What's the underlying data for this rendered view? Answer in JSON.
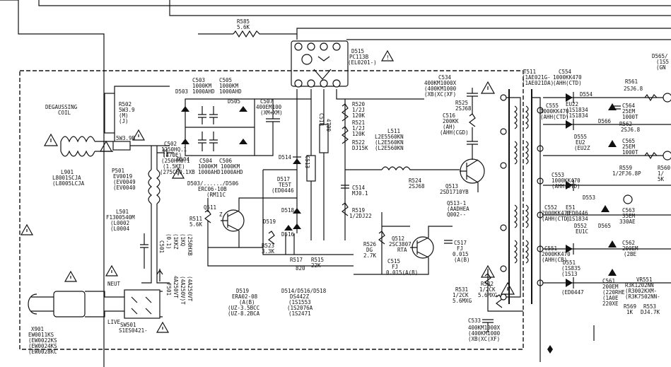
{
  "labels": {
    "r585": "R585",
    "r585_v": "5.6K",
    "d515": "D515",
    "d515_v1": "PC113B",
    "d515_v2": "(EL0201-)",
    "r502": "R502",
    "r502_v1": "5W3.9",
    "r502_v2": "(M)",
    "r502_v3": "(J)",
    "r502_v4": "5W3.9B",
    "degaussing": "DEGAUSSING",
    "coil": "COIL",
    "l901": "L901",
    "l901_v1": "L8001SCJA",
    "l901_v2": "(L8005LCJA",
    "p501": "P501",
    "p501_v1": "EV0019",
    "p501_v2": "(EV0049",
    "p501_v3": "(EV0040",
    "l501": "L501",
    "l501_v1": "F1300540M",
    "l501_v2": "(L0002",
    "l501_v3": "(L0004",
    "c503": "C503",
    "c505": "C505",
    "c503_v": "1000KM",
    "c503_v2": "1000AHD",
    "d503": "D503",
    "d504": "D504",
    "d505": "D505",
    "c504": "C504",
    "c506": "C506",
    "c502": "C502",
    "c502_v1": "1250HQ.1",
    "c502_v2": "(470E)",
    "c502_v3": "(250HM0.1",
    "c502_v4": "(1.5KE)",
    "c502_v5": "(275CHQ.1XB",
    "d503_506": "D503/....../D506",
    "d503_506_v": "ERC06-10B",
    "d503_506_v2": "(RM11C",
    "c507": "C507",
    "c507_v": "400EM100",
    "c507_v2": "(XM+XM)",
    "c518": "C518",
    "c513": "C513",
    "c513_v": "4700",
    "r520": "R520",
    "r520_v": "1/2J",
    "r520_v2": "120K",
    "r521": "R521",
    "r521_v": "1/2J",
    "r521_v2": "120K",
    "r522": "R522",
    "r522_v": "DJ15K",
    "c514": "C514",
    "c514_v": "MJ0.1",
    "r519": "R519",
    "r519_v": "1/2DJ22",
    "d514": "D514",
    "d517": "D517",
    "d517_v": "TE5T",
    "d517_v2": "(ED0446",
    "d518": "D518",
    "d519": "D519",
    "d516": "D516",
    "q511": "Q511",
    "q511_v": "Z",
    "r511": "R511",
    "r511_v": "5.6K",
    "r523": "R523",
    "r523_v": "3.3K",
    "r517": "R517",
    "r517_v": "820",
    "r515": "R515",
    "r515_v": "22K",
    "c534": "C534",
    "c534_v1": "400KM1000X",
    "c534_v2": "(400KM1000",
    "c534_v3": "(XB(XC(XF)",
    "r525": "R525",
    "r525_v": "2SJ68",
    "c516": "C516",
    "c516_v1": "200KK",
    "c516_v2": "(AH)",
    "c516_v3": "(AHH(CGD)",
    "l511": "L511",
    "l511_v1": "L2E5560KN",
    "l511_v2": "(L2E560KN",
    "l511_v3": "(L2E560KN",
    "r524": "R524",
    "r524_v": "2SJ68",
    "q513": "Q513",
    "q513_v": "2SD1710YB",
    "q513_1": "Q513-1",
    "q513_1_v1": "(AADHEA",
    "q513_1_v2": "Q002--",
    "r526": "R526",
    "r526_v": "DG",
    "r526_v2": "2.7K",
    "q512": "Q512",
    "q512_v": "2SC3807",
    "q512_v2": "RTA",
    "c515": "C515",
    "c515_v": "FJ",
    "c515_v2": "0.015(A(B)",
    "c517": "C517",
    "c517_v": "FJ",
    "c517_v2": "0.015",
    "c517_v3": "(A(B)",
    "d519_b": "D519",
    "d519_b_v1": "ERA02-08",
    "d519_b_v2": "(A(B)",
    "d519_b_v3": "(UZ-3.5BCC",
    "d519_b_v4": "(UZ-8.2BCA",
    "d514_518": "D514/D516/D518",
    "d514_518_v1": "DS442Z",
    "d514_518_v2": "(1S1553",
    "d514_518_v3": "(1S2076A",
    "d514_518_v4": "(1S2471",
    "c501": "C501",
    "c501_v": "(0.1)",
    "c501_v2": "(1KKZ",
    "c501_v3": "(1KQ",
    "c501_v4": "(250HXB",
    "f501": "F501",
    "f501_v": "4A250VT",
    "f501_v2": "(4A250V)T",
    "f501_v3": "(4A250VT",
    "neut": "NEUT",
    "live": "LIVE",
    "x901": "X901",
    "x901_v1": "EW0011KS",
    "x901_v2": "(EW0022KS",
    "x901_v3": "(EW0024KS",
    "x901_v4": "(EW0028KC",
    "sw501": "SW501",
    "sw501_v": "S1ES0421-",
    "r531": "R531",
    "r531_v": "1/2CK",
    "r531_v2": "5.6MXG",
    "r532": "R532",
    "r532_v": "1/2CK",
    "r532_v2": "5.6MXG",
    "c533": "C533",
    "c533_v1": "400KM1000X",
    "c533_v2": "(400KM1000",
    "c533_v3": "(XB(XC(XF)",
    "t511": "T511",
    "t511_v1": "(1AE021G-",
    "t511_v2": "(1AE021DA)",
    "c554": "C554",
    "c554_v1": "1000KK470",
    "c554_v2": "(AHH(CTD)",
    "d554": "D554",
    "c555": "C555",
    "c555_v1": "1000KK470",
    "c555_v2": "(AHH(CTD)",
    "eu22": "EU22",
    "eu22_v1": "(1S1834",
    "eu22_v2": "(1S1834",
    "d555": "D555",
    "d555_v1": "EU2",
    "d555_v2": "(EU2Z",
    "d566": "D566",
    "r561": "R561",
    "r561_v": "2SJ6.8",
    "c564": "C564",
    "c564_v1": "25EM",
    "c564_v2": "1000T",
    "r562": "R562",
    "r562_v": "2SJ6.8",
    "c565": "C565",
    "c565_v1": "25EM",
    "c565_v2": "1000T",
    "c553": "C553",
    "c553_v1": "1000KK470",
    "c553_v2": "(AHH(CTD)",
    "d553": "D553",
    "r559": "R559",
    "r559_v": "1/2FJ6.8P",
    "r560": "R560",
    "r560_v": "1/",
    "r560_v2": "5K",
    "c552": "C552",
    "c552_v1": "2000KK470",
    "c552_v2": "(AHH(CTD)",
    "e51": "E51",
    "e51_v1": "(ED0446",
    "e51_v2": "(1S1834",
    "d565": "D565",
    "c563": "C563",
    "c563_v1": "35EM",
    "c563_v2": "330AE",
    "d552": "D552",
    "d552_v": "EU1C",
    "c562": "C562",
    "c562_v1": "200EM",
    "c562_v2": "(2BE",
    "c551": "C551",
    "c551_v1": "2000KK470",
    "c551_v2": "(AHH(CB)",
    "d551": "D551",
    "d551_v1": "(1S835",
    "d551_v2": "(1S13",
    "d551_v3": "(ED0447",
    "c561": "C561",
    "c561_v1": "200EM",
    "c561_v2": "(220RHE",
    "c561_v3": "(1A0E",
    "c561_v4": "220XE",
    "vr551": "VR551",
    "vr551_v1": "R3K1202NN",
    "vr551_v2": "(R3002KXM-",
    "vr551_v3": "(R3K7502NN-",
    "r569": "R569",
    "r569_v": "1K",
    "r553": "R553",
    "r553_v": "DJ4.7K",
    "d565_top": "D565/",
    "d565_top_v": "(1S5",
    "d565_top_v2": "(GN"
  }
}
